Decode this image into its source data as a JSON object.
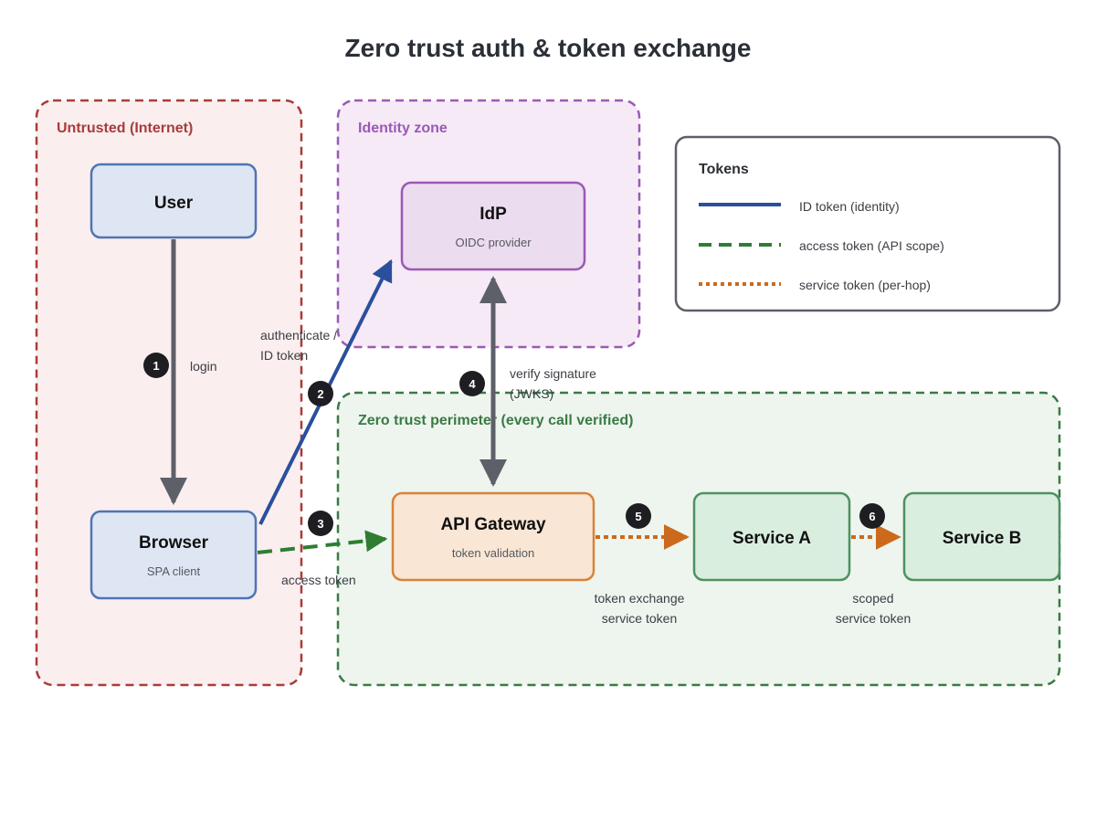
{
  "title": "Zero trust auth & token exchange",
  "colors": {
    "untrusted": "#a83c3c",
    "identity": "#9b59b6",
    "perimeter": "#3a7a44",
    "id_token": "#2a4f9c",
    "access_token": "#2e7d32",
    "service_token": "#cc6a1c",
    "gray_arrow": "#5d6068"
  },
  "zones": {
    "untrusted": {
      "label": "Untrusted (Internet)"
    },
    "identity": {
      "label": "Identity zone"
    },
    "perimeter": {
      "label": "Zero trust perimeter (every call verified)"
    }
  },
  "nodes": {
    "user": {
      "title": "User"
    },
    "browser": {
      "title": "Browser",
      "sub": "SPA client"
    },
    "idp": {
      "title": "IdP",
      "sub": "OIDC provider"
    },
    "gateway": {
      "title": "API Gateway",
      "sub": "token validation"
    },
    "service_a": {
      "title": "Service A"
    },
    "service_b": {
      "title": "Service B"
    }
  },
  "edges": {
    "login": {
      "step": "1",
      "label": "login"
    },
    "authenticate": {
      "step": "2",
      "label_line1": "authenticate /",
      "label_line2": "ID token"
    },
    "access": {
      "step": "3",
      "label": "access token"
    },
    "verify": {
      "step": "4",
      "label_line1": "verify signature",
      "label_line2": "(JWKS)"
    },
    "exchange": {
      "step": "5",
      "label_line1": "token exchange",
      "label_line2": "service token"
    },
    "scoped": {
      "step": "6",
      "label_line1": "scoped",
      "label_line2": "service token"
    }
  },
  "legend": {
    "title": "Tokens",
    "items": [
      {
        "label": "ID token (identity)",
        "style": "solid"
      },
      {
        "label": "access token (API scope)",
        "style": "dashed"
      },
      {
        "label": "service token (per-hop)",
        "style": "dotted"
      }
    ]
  }
}
